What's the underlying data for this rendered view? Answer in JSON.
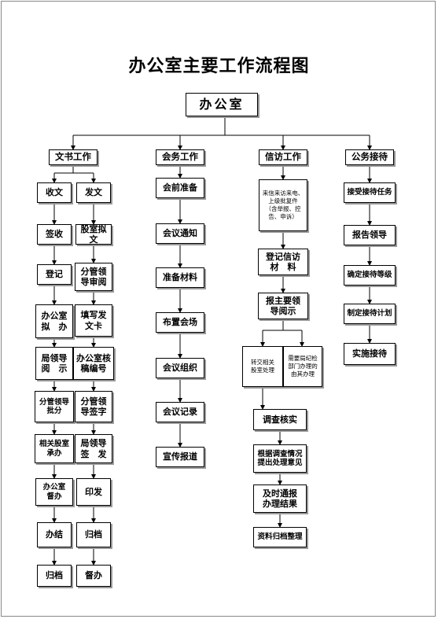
{
  "title": "办公室主要工作流程图",
  "root": "办公室",
  "headers": [
    "文书工作",
    "会务工作",
    "信访工作",
    "公务接待"
  ],
  "doc": {
    "receive_col": [
      "收文",
      "签收",
      "登记",
      "办公室\n拟　办",
      "局领导\n阅　示",
      "分管领导\n批分",
      "相关股室\n承办",
      "办公室\n督办",
      "办结",
      "归档"
    ],
    "send_col": [
      "发文",
      "股室拟文",
      "分管领\n导审阅",
      "填写发\n文卡",
      "办公室核\n稿编号",
      "分管领\n导签字",
      "局领导\n签　发",
      "印发",
      "归档",
      "督办"
    ]
  },
  "meeting": [
    "会前准备",
    "会议通知",
    "准备材料",
    "布置会场",
    "会议组织",
    "会议记录",
    "宣传报道"
  ],
  "petition": {
    "top": "来信来访来电、\n上级批复件\n（含举报、控\n告、申诉）",
    "register": "登记信访\n材　料",
    "report": "报主要领\n导阅示",
    "branch_left": "转交相关\n股室处理",
    "branch_right": "需要局纪检\n部门办理的\n由其办理",
    "after": [
      "调查核实",
      "根据调查情况\n提出处理意见",
      "及时通报\n办理结果",
      "资料归档整理"
    ]
  },
  "reception": [
    "接受接待任务",
    "报告领导",
    "确定接待等级",
    "制定接待计划",
    "实施接待"
  ]
}
